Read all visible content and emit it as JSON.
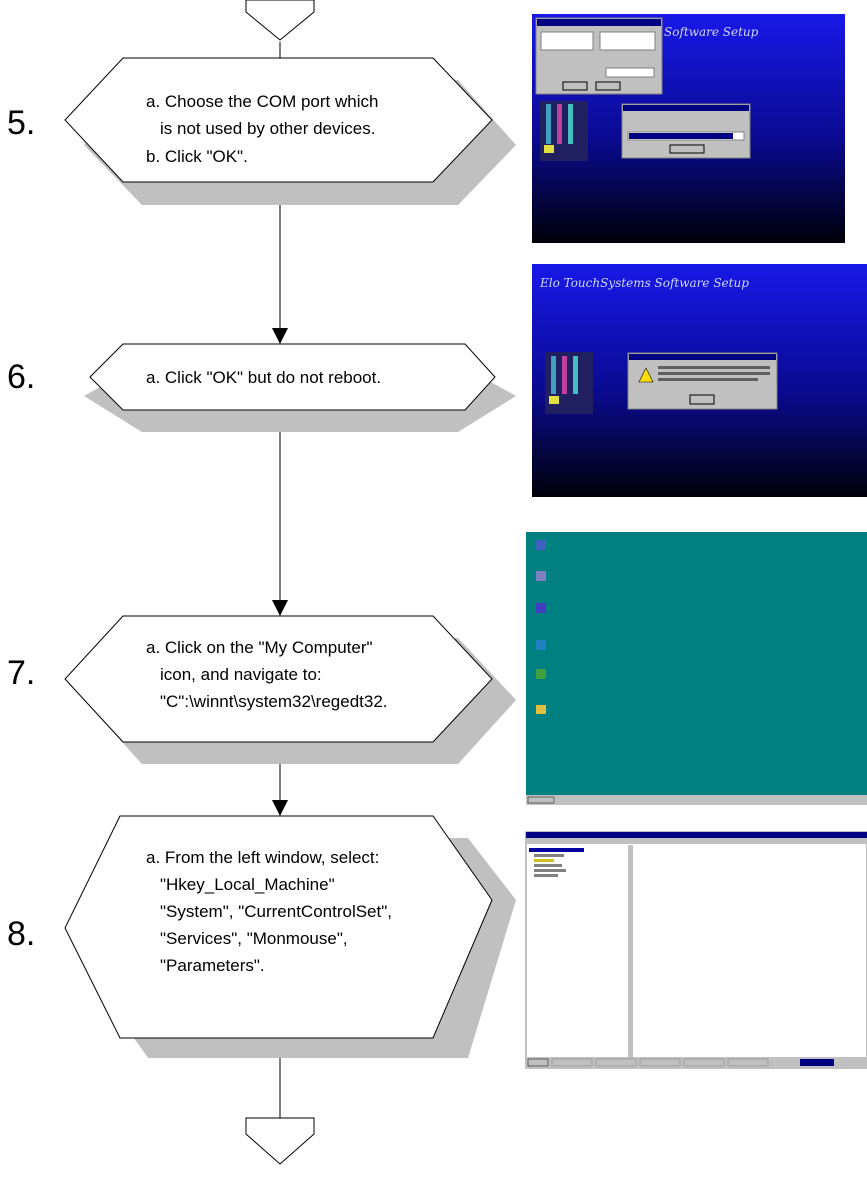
{
  "steps": [
    {
      "number": "5.",
      "lines": [
        "a. Choose the COM port which",
        "is not used by other devices.",
        "b. Click \"OK\"."
      ],
      "screenshot_title": "Software Setup"
    },
    {
      "number": "6.",
      "lines": [
        "a. Click \"OK\" but do not reboot."
      ],
      "screenshot_title": "Elo TouchSystems Software Setup"
    },
    {
      "number": "7.",
      "lines": [
        "a. Click on the \"My Computer\"",
        "icon, and navigate to:",
        "\"C\":\\winnt\\system32\\regedt32."
      ]
    },
    {
      "number": "8.",
      "lines": [
        "a. From the left window, select:",
        "\"Hkey_Local_Machine\"",
        "\"System\", \"CurrentControlSet\",",
        "\"Services\", \"Monmouse\",",
        "\"Parameters\"."
      ]
    }
  ],
  "colors": {
    "shadow": "#c0c0c0",
    "setup_blue_top": "#1010e0",
    "setup_blue_bottom": "#000010",
    "desktop_teal": "#008080",
    "win_gray": "#c0c0c0",
    "title_navy": "#000080"
  }
}
